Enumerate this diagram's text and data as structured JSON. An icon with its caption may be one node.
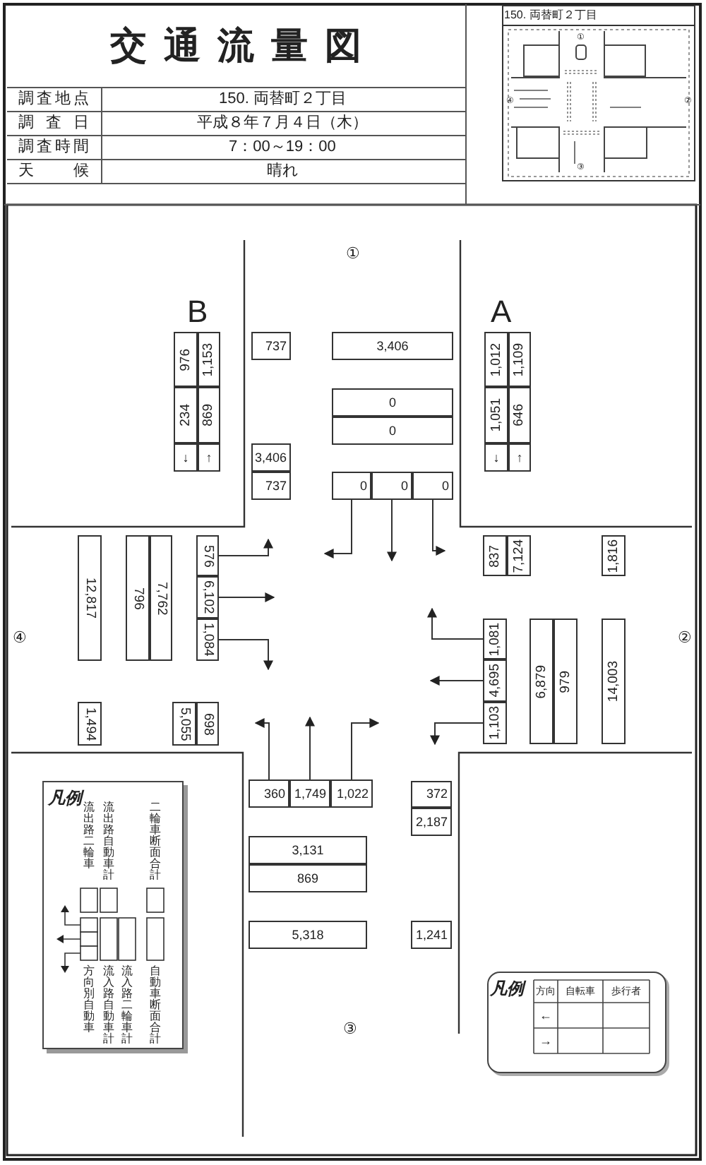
{
  "diagram": {
    "title": "交通流量図",
    "nodes": [
      {
        "text": [
          "976"
        ]
      },
      {
        "text": [
          "1,153"
        ]
      },
      {
        "text": [
          "737"
        ]
      },
      {
        "text": [
          "3,406"
        ]
      },
      {
        "text": [
          "1,012"
        ]
      },
      {
        "text": [
          "1,109"
        ]
      },
      {
        "text": [
          "234"
        ]
      },
      {
        "text": [
          "869"
        ]
      },
      {
        "text": [
          "0"
        ]
      },
      {
        "text": [
          "1,051"
        ]
      },
      {
        "text": [
          "646"
        ]
      },
      {
        "text": [
          "0"
        ]
      },
      {
        "text": [
          "↓"
        ]
      },
      {
        "text": [
          "↑"
        ]
      },
      {
        "text": [
          "3,406"
        ]
      },
      {
        "text": [
          "↓"
        ]
      },
      {
        "text": [
          "↑"
        ]
      },
      {
        "text": [
          "737"
        ]
      },
      {
        "text": [
          "0"
        ]
      },
      {
        "text": [
          "0"
        ]
      },
      {
        "text": [
          "0"
        ]
      },
      {
        "text": [
          "12,817"
        ]
      },
      {
        "text": [
          "796"
        ]
      },
      {
        "text": [
          "7,762"
        ]
      },
      {
        "text": [
          "576"
        ]
      },
      {
        "text": [
          "837"
        ]
      },
      {
        "text": [
          "7,124"
        ]
      },
      {
        "text": [
          "1,816"
        ]
      },
      {
        "text": [
          "6,102"
        ]
      },
      {
        "text": [
          "1,084"
        ]
      },
      {
        "text": [
          "1,081"
        ]
      },
      {
        "text": [
          "6,879"
        ]
      },
      {
        "text": [
          "979"
        ]
      },
      {
        "text": [
          "14,003"
        ]
      },
      {
        "text": [
          "4,695"
        ]
      },
      {
        "text": [
          "1,494"
        ]
      },
      {
        "text": [
          "5,055"
        ]
      },
      {
        "text": [
          "698"
        ]
      },
      {
        "text": [
          "1,103"
        ]
      },
      {
        "text": [
          "360"
        ]
      },
      {
        "text": [
          "1,749"
        ]
      },
      {
        "text": [
          "1,022"
        ]
      },
      {
        "text": [
          "372"
        ]
      },
      {
        "text": [
          "2,187"
        ]
      },
      {
        "text": [
          "3,131"
        ]
      },
      {
        "text": [
          "869"
        ]
      },
      {
        "text": [
          "5,318"
        ]
      },
      {
        "text": [
          "1,241"
        ]
      }
    ],
    "edges": [
      {
        "from": 18,
        "to": null,
        "arrow": "to"
      },
      {
        "from": 19,
        "to": null,
        "arrow": "to"
      },
      {
        "from": 20,
        "to": null,
        "arrow": "to"
      },
      {
        "from": 24,
        "to": null,
        "arrow": "to"
      },
      {
        "from": 28,
        "to": null,
        "arrow": "to"
      },
      {
        "from": 29,
        "to": null,
        "arrow": "to"
      },
      {
        "from": 30,
        "to": null,
        "arrow": "to"
      },
      {
        "from": 34,
        "to": null,
        "arrow": "to"
      },
      {
        "from": 38,
        "to": null,
        "arrow": "to"
      },
      {
        "from": 39,
        "to": null,
        "arrow": "to"
      },
      {
        "from": 40,
        "to": null,
        "arrow": "to"
      },
      {
        "from": 41,
        "to": null,
        "arrow": "to"
      }
    ],
    "labels": [
      "調査地点",
      "150. 両替町２丁目",
      "調査日",
      "平成８年７月４日（木）",
      "調査時間",
      "7：00～19：00",
      "天候",
      "晴れ",
      "150. 両替町２丁目",
      "①",
      "④",
      "②",
      "③",
      "①",
      "B",
      "A",
      "④",
      "②",
      "凡例",
      "③",
      "凡例",
      "方向",
      "自転車",
      "歩行者",
      "←",
      "→"
    ],
    "legend": [
      {
        "text": "流出路二輪車"
      },
      {
        "text": "流出路自動車計"
      },
      {
        "text": "二輪車断面合計"
      },
      {
        "text": "方向別自動車"
      },
      {
        "text": "流入路自動車計"
      },
      {
        "text": "流入路二輪車計"
      },
      {
        "text": "自動車断面合計"
      }
    ]
  }
}
